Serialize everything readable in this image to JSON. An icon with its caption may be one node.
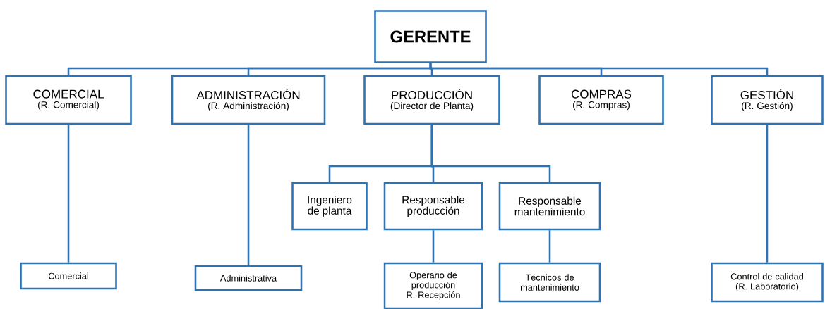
{
  "diagram": {
    "nodes": [
      {
        "text": [
          "GERENTE"
        ]
      },
      {
        "text": [
          "COMERCIAL",
          "(R. Comercial)"
        ]
      },
      {
        "text": [
          "ADMINISTRACIÓN",
          "(R. Administración)"
        ]
      },
      {
        "text": [
          "PRODUCCIÓN",
          "(Director de Planta)"
        ]
      },
      {
        "text": [
          "COMPRAS",
          "(R. Compras)"
        ]
      },
      {
        "text": [
          "GESTIÓN",
          "(R. Gestión)"
        ]
      },
      {
        "text": [
          "Ingeniero de planta"
        ]
      },
      {
        "text": [
          "Responsable producción"
        ]
      },
      {
        "text": [
          "Responsable mantenimiento"
        ]
      },
      {
        "text": [
          "Comercial"
        ]
      },
      {
        "text": [
          "Administrativa"
        ]
      },
      {
        "text": [
          "Operario de producción R. Recepción"
        ]
      },
      {
        "text": [
          "Técnicos de mantenimiento"
        ]
      },
      {
        "text": [
          "Control de calidad (R. Laboratorio)"
        ]
      }
    ],
    "edges": [
      {
        "from": 0,
        "to": 1,
        "arrow": "none"
      },
      {
        "from": 0,
        "to": 2,
        "arrow": "none"
      },
      {
        "from": 0,
        "to": 3,
        "arrow": "none"
      },
      {
        "from": 0,
        "to": 4,
        "arrow": "none"
      },
      {
        "from": 0,
        "to": 5,
        "arrow": "none"
      },
      {
        "from": 3,
        "to": 6,
        "arrow": "none"
      },
      {
        "from": 3,
        "to": 7,
        "arrow": "none"
      },
      {
        "from": 3,
        "to": 8,
        "arrow": "none"
      },
      {
        "from": 1,
        "to": 9,
        "arrow": "none"
      },
      {
        "from": 2,
        "to": 10,
        "arrow": "none"
      },
      {
        "from": 7,
        "to": 11,
        "arrow": "none"
      },
      {
        "from": 8,
        "to": 12,
        "arrow": "none"
      },
      {
        "from": 5,
        "to": 13,
        "arrow": "none"
      }
    ]
  }
}
